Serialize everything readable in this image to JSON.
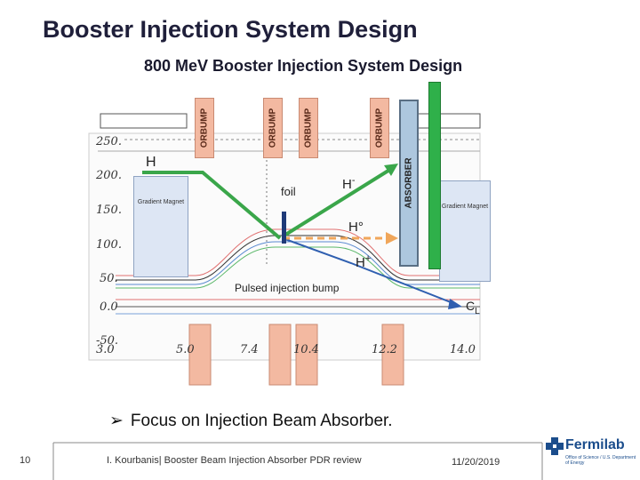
{
  "slide": {
    "title": "Booster Injection System Design",
    "subtitle": "800 MeV Booster Injection System Design",
    "bullet_marker": "➢",
    "bullet_text": "Focus on Injection Beam Absorber."
  },
  "diagram": {
    "orbump_labels": [
      "ORBUMP",
      "ORBUMP",
      "ORBUMP",
      "ORBUMP"
    ],
    "absorber_label": "ABSORBER",
    "gradient_magnet_left": "Gradient Magnet",
    "gradient_magnet_right": "Gradient Magnet",
    "foil_label": "foil",
    "beam_hminus_left": "H",
    "beam_hminus": "H",
    "beam_hminus_sup": "-",
    "beam_h0": "H°",
    "beam_hplus": "H",
    "beam_hplus_sup": "+",
    "bump_label": "Pulsed injection bump",
    "centerline_label": "C",
    "centerline_sub": "L"
  },
  "plot": {
    "y_ticks": [
      "250.",
      "200.",
      "150.",
      "100.",
      "50.",
      "0.0",
      "-50."
    ],
    "x_ticks": [
      "3.0",
      "5.0",
      "7.4",
      "10.4",
      "12.2",
      "14.0"
    ]
  },
  "footer": {
    "page_number": "10",
    "center_text": "I. Kourbanis| Booster Beam Injection Absorber PDR review",
    "date": "11/20/2019",
    "logo_text": "Fermilab",
    "logo_tagline": "Office of Science / U.S. Department of Energy"
  },
  "colors": {
    "beam_green": "#3aa64a",
    "h0_orange": "#f0a65a",
    "absorber_blue": "#adc7de",
    "orbump_salmon": "#f3b9a1",
    "fermilab_blue": "#1b4d8c"
  }
}
